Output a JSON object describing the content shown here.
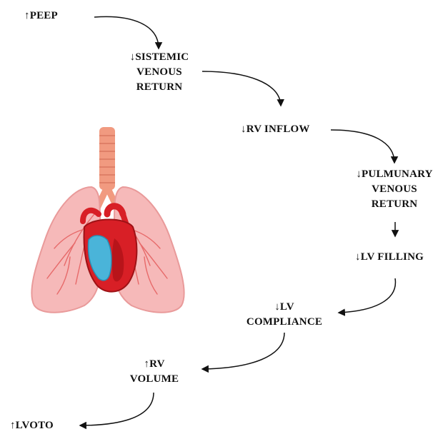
{
  "flow": {
    "peep": [
      "↑PEEP"
    ],
    "sistemic_venous_return": [
      "↓SISTEMIC",
      "VENOUS",
      "RETURN"
    ],
    "rv_inflow": [
      "↓RV INFLOW"
    ],
    "pulmunary_venous_return": [
      "↓PULMUNARY",
      "VENOUS",
      "RETURN"
    ],
    "lv_filling": [
      "↓LV FILLING"
    ],
    "lv_compliance": [
      "↓LV",
      "COMPLIANCE"
    ],
    "rv_volume": [
      "↑RV",
      "VOLUME"
    ],
    "lvoto": [
      "↑LVOTO"
    ]
  },
  "illustration": {
    "icon": "lungs-and-heart-illustration",
    "colors": {
      "lung": "#f6b9b9",
      "lung_outline": "#e99a9a",
      "trachea": "#f19a80",
      "heart_red": "#d81f26",
      "heart_dark": "#9e1216",
      "right_ventricle_blue": "#4ab4d9",
      "vessels": "#e76a6a"
    }
  },
  "colors": {
    "text": "#111111",
    "arrow": "#111111",
    "background": "#ffffff"
  }
}
